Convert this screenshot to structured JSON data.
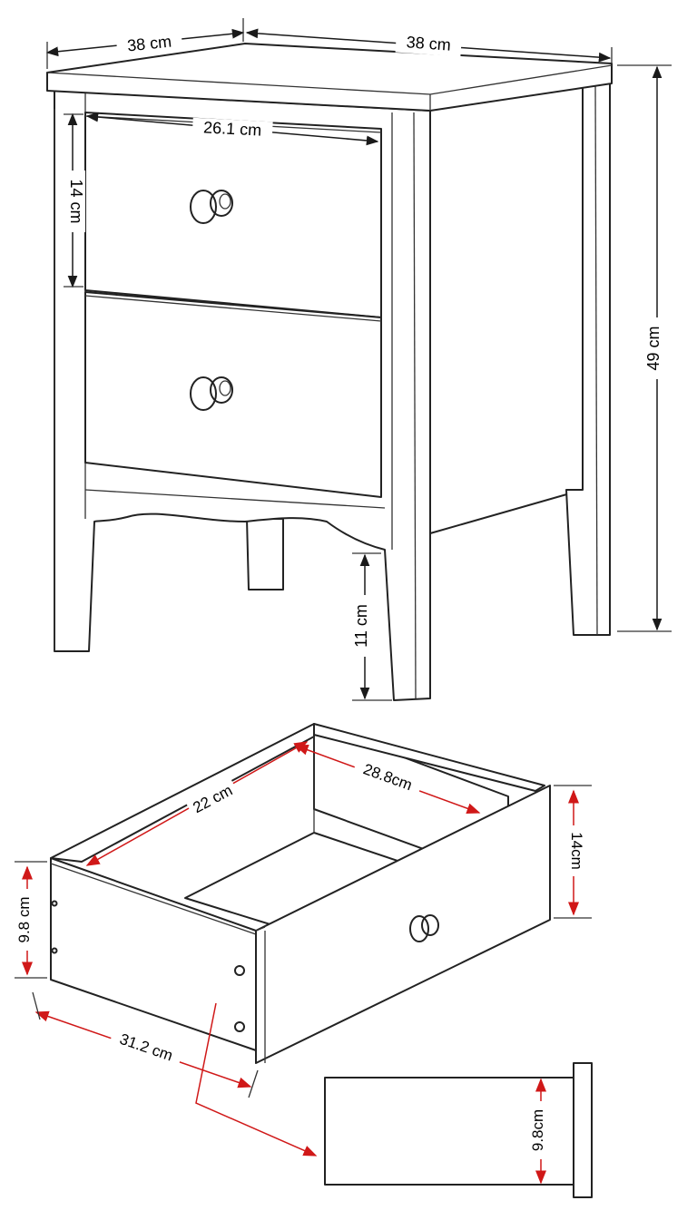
{
  "colors": {
    "outline": "#222222",
    "dimension_black": "#1a1a1a",
    "dimension_red": "#d01818",
    "background": "#ffffff"
  },
  "nightstand": {
    "width_left": "38 cm",
    "width_right": "38 cm",
    "drawer_front_width": "26.1 cm",
    "drawer_height": "14 cm",
    "total_height": "49 cm",
    "leg_height": "11 cm"
  },
  "drawer": {
    "inner_width": "22 cm",
    "inner_depth": "28.8cm",
    "front_height": "14cm",
    "side_height": "9.8 cm",
    "side_length": "31.2 cm",
    "detail_height": "9.8cm"
  }
}
